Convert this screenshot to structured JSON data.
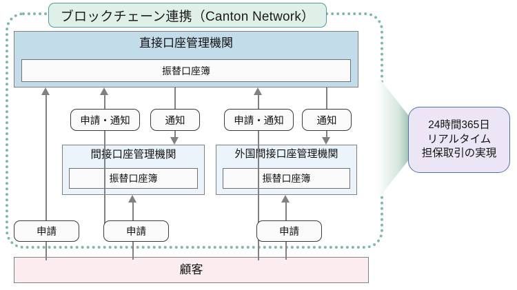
{
  "diagram": {
    "title_pill": "ブロックチェーン連携（Canton Network）",
    "direct": {
      "title": "直接口座管理機関",
      "ledger": "振替口座簿"
    },
    "indirect_left": {
      "title": "間接口座管理機関",
      "ledger": "振替口座簿"
    },
    "indirect_right": {
      "title": "外国間接口座管理機関",
      "ledger": "振替口座簿"
    },
    "customer": {
      "title": "顧客"
    },
    "flow_labels": {
      "apply_notify_left": "申請・通知",
      "notify_left": "通知",
      "apply_notify_right": "申請・通知",
      "notify_right": "通知"
    },
    "apply_labels": {
      "first": "申請",
      "second": "申請",
      "third": "申請"
    },
    "callout": {
      "line1": "24時間365日",
      "line2": "リアルタイム",
      "line3": "担保取引の実現"
    },
    "colors": {
      "zone_border": "#7fbaa3",
      "title_fill": "#dff0e8",
      "title_border": "#4f9a9a",
      "direct_fill": "#c3dcea",
      "indirect_fill": "#eaf4fa",
      "customer_fill": "#fbecef",
      "callout_fill": "#ece5f6",
      "callout_border": "#4a6fb3",
      "line": "#808080"
    }
  }
}
